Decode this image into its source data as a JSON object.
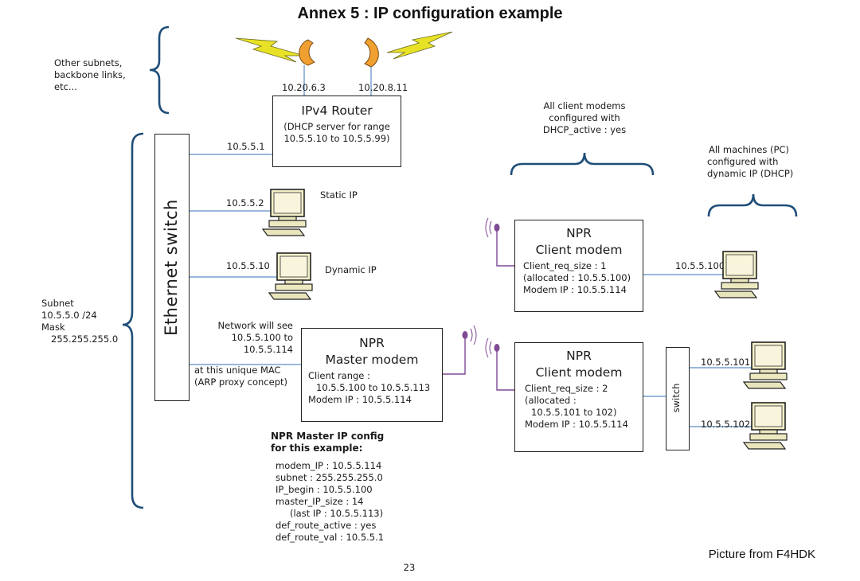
{
  "title": "Annex 5 : IP configuration example",
  "credit": "Picture from F4HDK",
  "page_number": "23",
  "colors": {
    "wire": "#5b8ec7",
    "link": "#7f4a94",
    "brace": "#1f4e79",
    "bolt": "#e8e226",
    "dish": "#f0a030",
    "screen": "#f3efc2"
  },
  "left_notes": {
    "other_subnets": [
      "Other subnets,",
      "backbone links,",
      "etc..."
    ],
    "subnet": [
      "Subnet",
      "10.5.5.0 /24",
      "Mask",
      "255.255.255.0"
    ]
  },
  "router": {
    "uplink_ips": [
      "10.20.6.3",
      "10.20.8.11"
    ],
    "title": "IPv4 Router",
    "details": [
      "(DHCP server for range",
      "10.5.5.10 to 10.5.5.99)"
    ],
    "lan_ip": "10.5.5.1"
  },
  "ethernet_switch": {
    "label": "Ethernet switch"
  },
  "static_pc": {
    "ip": "10.5.5.2",
    "label": "Static IP"
  },
  "dynamic_pc": {
    "ip": "10.5.5.10",
    "label": "Dynamic IP"
  },
  "master": {
    "note": [
      "Network will see",
      "10.5.5.100 to",
      "10.5.5.114",
      "at this unique MAC",
      "(ARP proxy concept)"
    ],
    "title": [
      "NPR",
      "Master modem"
    ],
    "details": [
      "Client range :",
      "10.5.5.100 to 10.5.5.113",
      "Modem IP : 10.5.5.114"
    ]
  },
  "master_config": {
    "heading": [
      "NPR Master IP config",
      "for this example:"
    ],
    "lines": [
      "modem_IP : 10.5.5.114",
      "subnet : 255.255.255.0",
      "IP_begin : 10.5.5.100",
      "master_IP_size : 14",
      "(last IP : 10.5.5.113)",
      "def_route_active : yes",
      "def_route_val : 10.5.5.1"
    ]
  },
  "client_note": [
    "All client modems",
    "configured with",
    "DHCP_active : yes"
  ],
  "pc_note": [
    "All machines (PC)",
    "configured with",
    "dynamic IP (DHCP)"
  ],
  "client1": {
    "title": [
      "NPR",
      "Client modem"
    ],
    "details": [
      "Client_req_size : 1",
      "(allocated : 10.5.5.100)",
      "Modem IP : 10.5.5.114"
    ],
    "pc_ip": "10.5.5.100"
  },
  "client2": {
    "title": [
      "NPR",
      "Client modem"
    ],
    "details": [
      "Client_req_size : 2",
      "(allocated :",
      "10.5.5.101 to 102)",
      "Modem IP : 10.5.5.114"
    ],
    "switch_label": "switch",
    "pc_ips": [
      "10.5.5.101",
      "10.5.5.102"
    ]
  }
}
